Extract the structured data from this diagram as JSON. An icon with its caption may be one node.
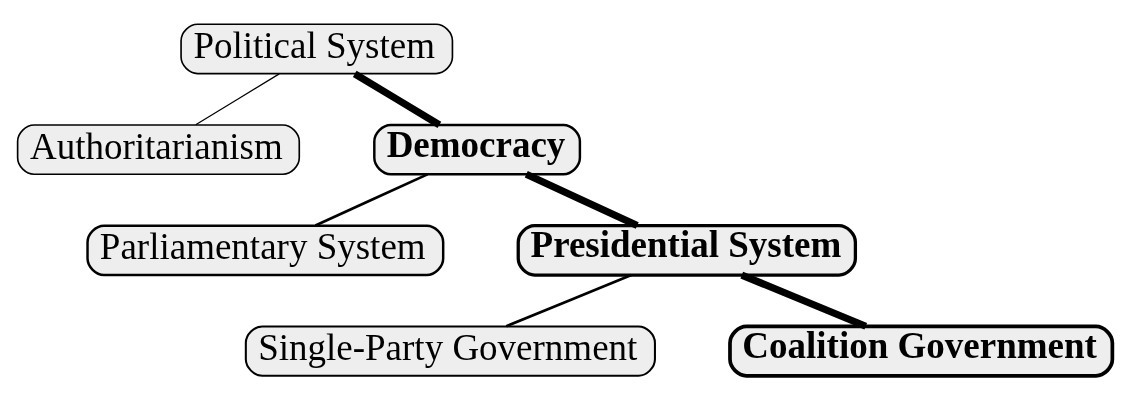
{
  "diagram": {
    "nodes": [
      {
        "text": [
          "Political System"
        ]
      },
      {
        "text": [
          "Authoritarianism"
        ]
      },
      {
        "text": [
          "Democracy"
        ]
      },
      {
        "text": [
          "Parliamentary System"
        ]
      },
      {
        "text": [
          "Presidential System"
        ]
      },
      {
        "text": [
          "Single-Party Government"
        ]
      },
      {
        "text": [
          "Coalition Government"
        ]
      }
    ],
    "edges": [
      {
        "from": 0,
        "to": 1,
        "arrow": "none"
      },
      {
        "from": 0,
        "to": 2,
        "arrow": "none",
        "style": "thick"
      },
      {
        "from": 2,
        "to": 3,
        "arrow": "none"
      },
      {
        "from": 2,
        "to": 4,
        "arrow": "none",
        "style": "thick"
      },
      {
        "from": 4,
        "to": 5,
        "arrow": "none"
      },
      {
        "from": 4,
        "to": 6,
        "arrow": "none",
        "style": "thick"
      }
    ]
  }
}
